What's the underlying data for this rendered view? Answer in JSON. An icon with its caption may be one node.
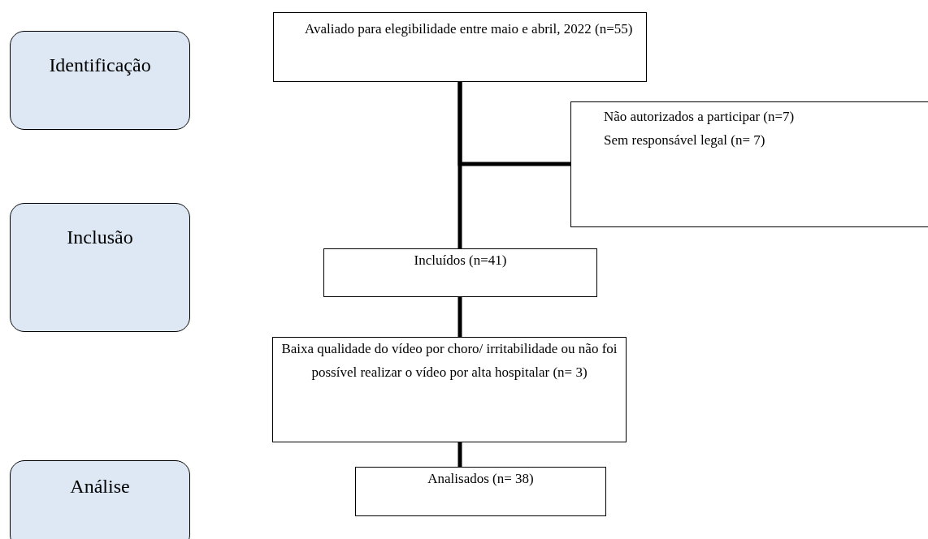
{
  "diagram": {
    "nodes": [
      {
        "text": [
          "Identificação"
        ]
      },
      {
        "text": [
          "Avaliado para elegibilidade entre maio e abril, 2022 (n=55)"
        ]
      },
      {
        "text": [
          "Não autorizados a participar (n=7)",
          "Sem responsável legal (n= 7)"
        ]
      },
      {
        "text": [
          "Inclusão"
        ]
      },
      {
        "text": [
          "Incluídos (n=41)"
        ]
      },
      {
        "text": [
          "Baixa qualidade do vídeo por choro/ irritabilidade ou não foi possível realizar o vídeo por alta hospitalar (n= 3)"
        ]
      },
      {
        "text": [
          "Análise"
        ]
      },
      {
        "text": [
          "Analisados (n= 38)"
        ]
      }
    ],
    "edges": [
      {
        "from": 1,
        "to": 4,
        "arrow": "none"
      },
      {
        "from": 1,
        "to": 2,
        "arrow": "none"
      },
      {
        "from": 4,
        "to": 5,
        "arrow": "none"
      },
      {
        "from": 5,
        "to": 7,
        "arrow": "none"
      }
    ]
  }
}
